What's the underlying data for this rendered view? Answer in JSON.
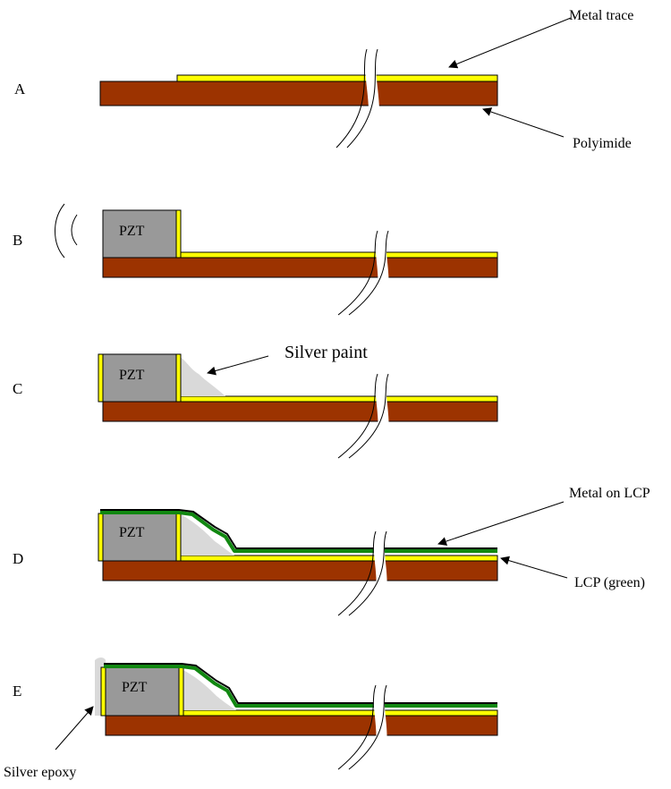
{
  "rows": [
    {
      "letter": "A"
    },
    {
      "letter": "B",
      "pzt": "PZT"
    },
    {
      "letter": "C",
      "pzt": "PZT"
    },
    {
      "letter": "D",
      "pzt": "PZT"
    },
    {
      "letter": "E",
      "pzt": "PZT"
    }
  ],
  "labels": {
    "metal_trace": "Metal trace",
    "polyimide": "Polyimide",
    "silver_paint": "Silver paint",
    "metal_on_lcp": "Metal on LCP",
    "lcp_green": "LCP (green)",
    "silver_epoxy": "Silver epoxy"
  },
  "colors": {
    "polyimide": "#9c3300",
    "metal": "#ffff00",
    "pzt": "#999999",
    "lcp": "#118811",
    "silver": "#d9d9d9"
  }
}
